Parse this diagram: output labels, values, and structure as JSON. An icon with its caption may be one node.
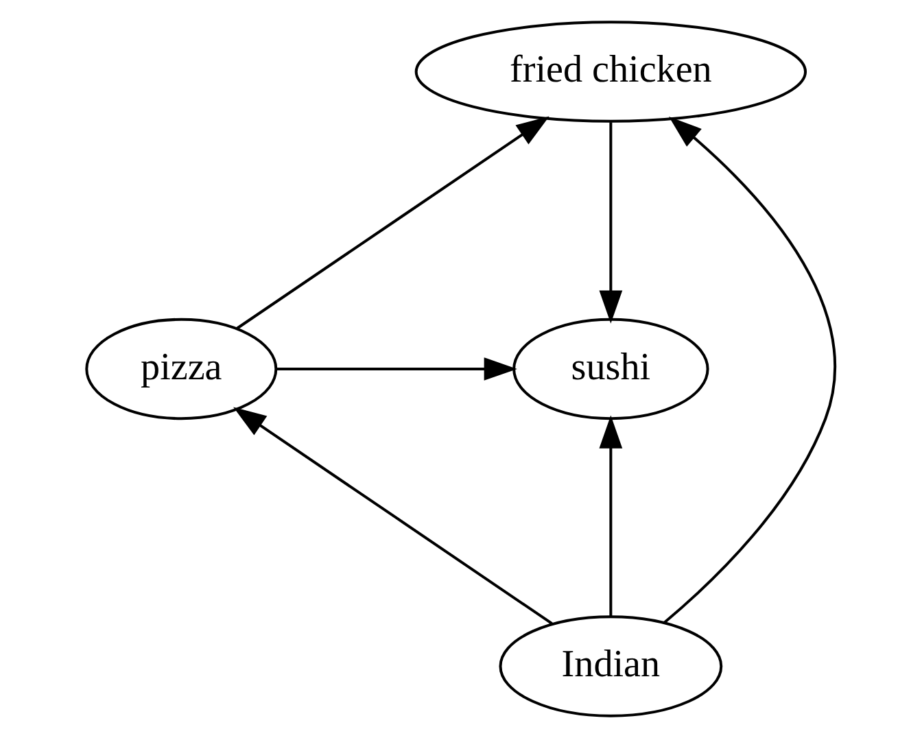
{
  "diagram": {
    "nodes": [
      {
        "text": [
          "fried chicken"
        ]
      },
      {
        "text": [
          "sushi"
        ]
      },
      {
        "text": [
          "pizza"
        ]
      },
      {
        "text": [
          "Indian"
        ]
      }
    ],
    "edges": [
      {
        "from": 0,
        "to": 1,
        "arrow": "to"
      },
      {
        "from": 2,
        "to": 0,
        "arrow": "to"
      },
      {
        "from": 2,
        "to": 1,
        "arrow": "to"
      },
      {
        "from": 3,
        "to": 1,
        "arrow": "to"
      },
      {
        "from": 3,
        "to": 0,
        "arrow": "to"
      },
      {
        "from": 3,
        "to": 2,
        "arrow": "to"
      }
    ]
  }
}
